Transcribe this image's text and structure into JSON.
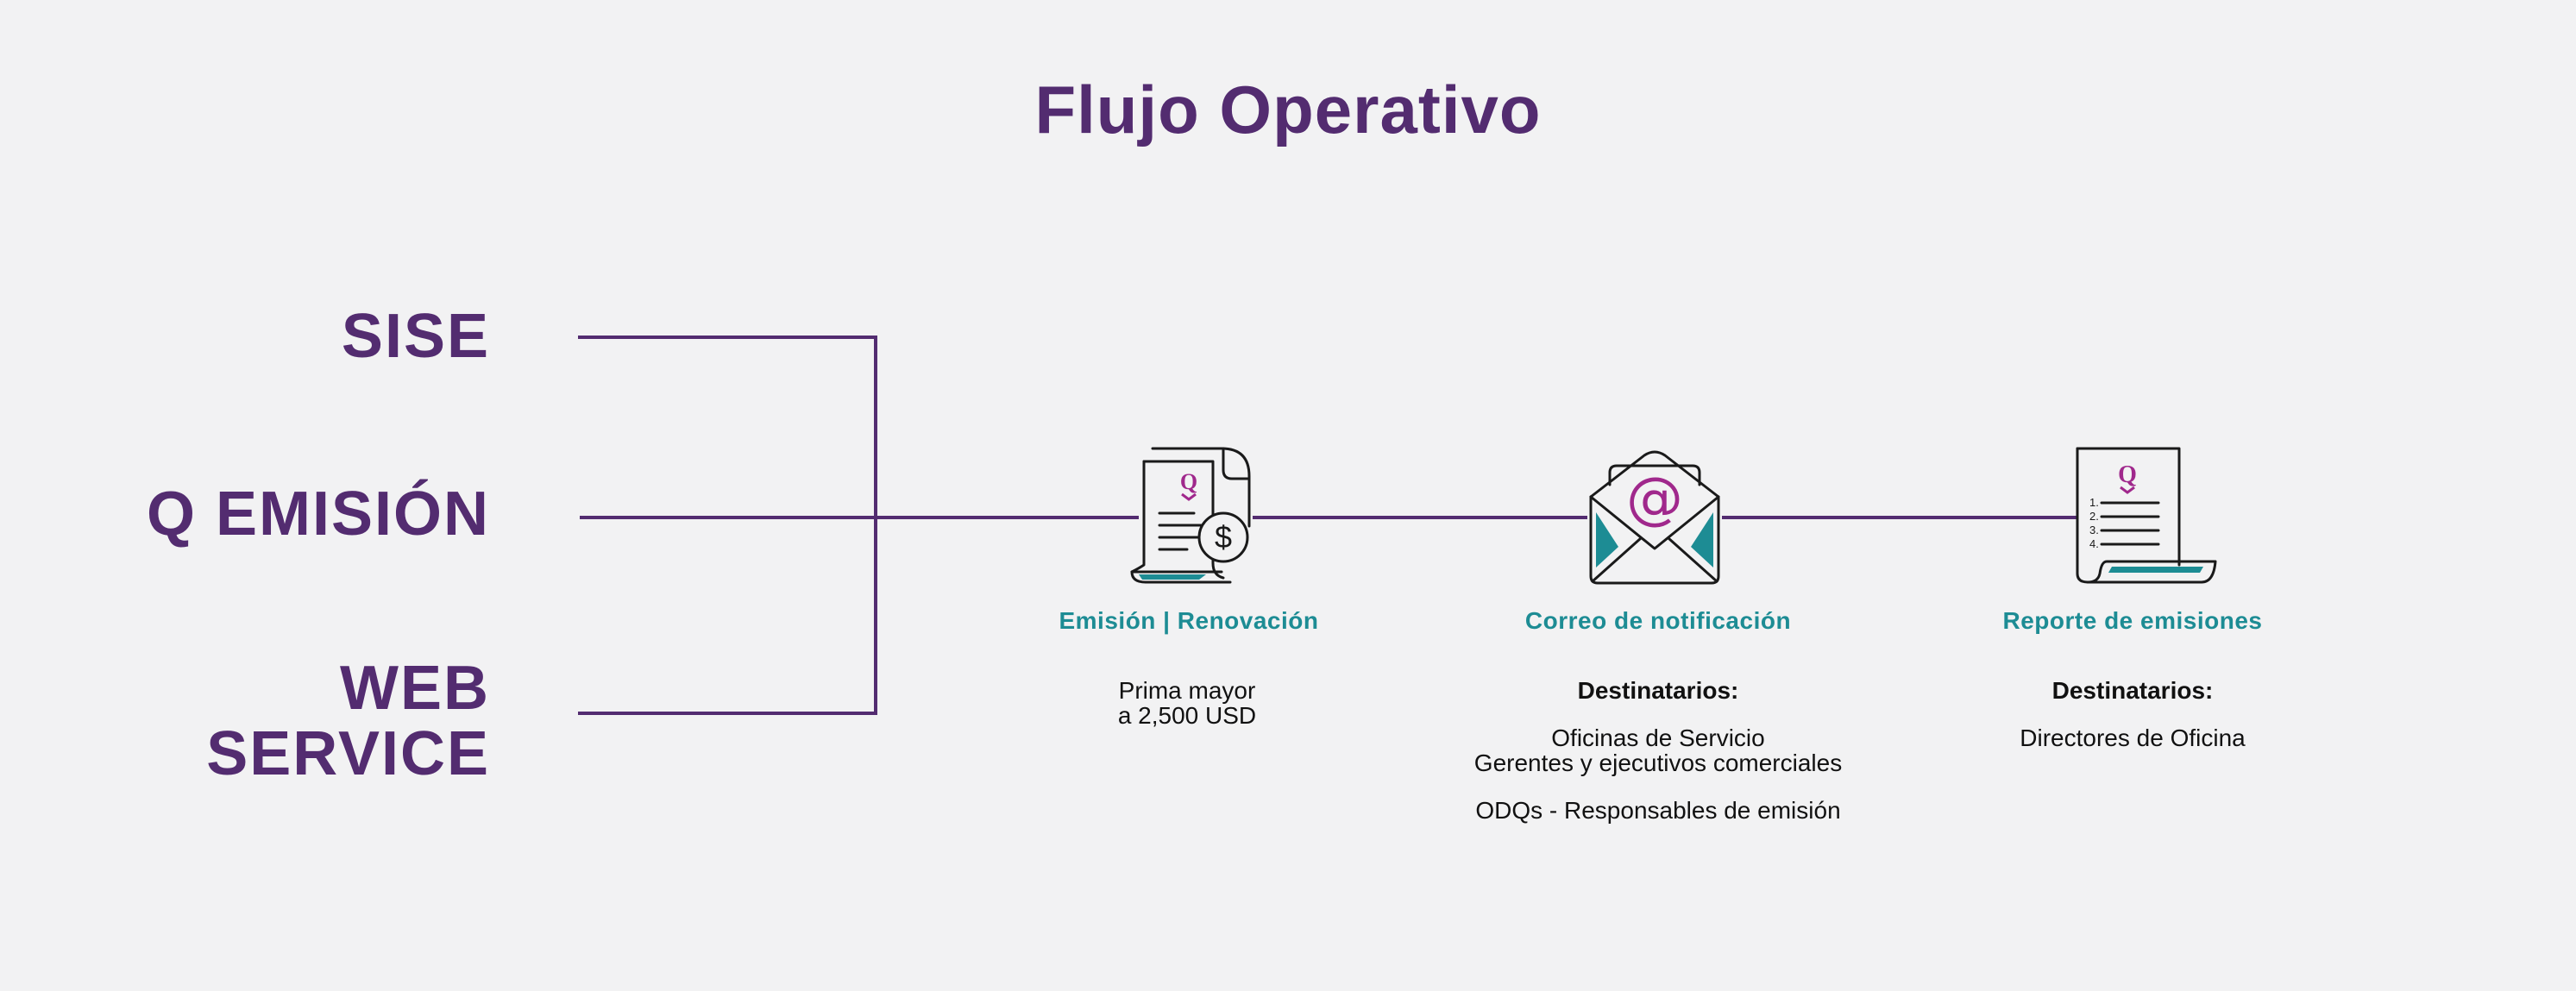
{
  "title": "Flujo Operativo",
  "sources": [
    "SISE",
    "Q EMISIÓN",
    "WEB SERVICE"
  ],
  "colors": {
    "primary": "#532c70",
    "accent": "#1d8c94",
    "magenta": "#a0288c",
    "line": "#532c70",
    "background": "#f2f2f3"
  },
  "stages": [
    {
      "icon": "invoice-dollar-icon",
      "title": "Emisión | Renovación",
      "lines": [
        "Prima mayor",
        "a 2,500 USD"
      ]
    },
    {
      "icon": "email-notification-icon",
      "title": "Correo de notificación",
      "recipients_label": "Destinatarios:",
      "recipients_1": [
        "Oficinas de Servicio",
        "Gerentes y ejecutivos comerciales"
      ],
      "recipients_2": "ODQs - Responsables de emisión"
    },
    {
      "icon": "report-list-icon",
      "title": "Reporte de emisiones",
      "recipients_label": "Destinatarios:",
      "recipients_1": [
        "Directores de Oficina"
      ]
    }
  ]
}
